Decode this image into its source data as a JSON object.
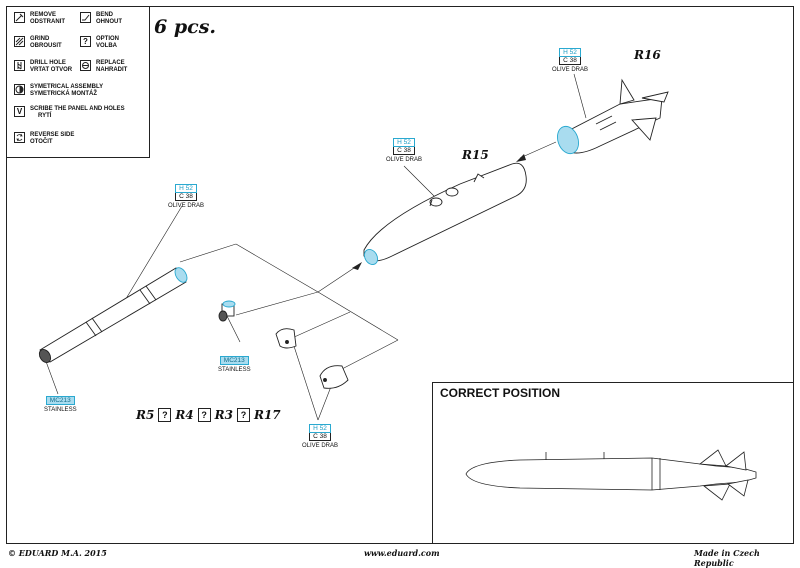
{
  "title": "6 pcs.",
  "legend": [
    {
      "icon": "remove-icon",
      "line1": "REMOVE",
      "line2": "ODSTRANIT"
    },
    {
      "icon": "bend-icon",
      "line1": "BEND",
      "line2": "OHNOUT"
    },
    {
      "icon": "grind-icon",
      "line1": "GRIND",
      "line2": "OBROUSIT"
    },
    {
      "icon": "option-icon",
      "glyph": "?",
      "line1": "OPTION",
      "line2": "VOLBA"
    },
    {
      "icon": "drill-hole-icon",
      "line1": "DRILL HOLE",
      "line2": "VRTAT OTVOR"
    },
    {
      "icon": "replace-icon",
      "line1": "REPLACE",
      "line2": "NAHRADIT"
    },
    {
      "icon": "symmetrical-icon",
      "line1": "SYMETRICAL ASSEMBLY",
      "line2": "SYMETRICKÁ MONTÁŽ"
    },
    {
      "icon": "scribe-icon",
      "glyph": "V",
      "line1": "SCRIBE THE PANEL AND HOLES",
      "line2": "RYTÍ"
    },
    {
      "icon": "reverse-side-icon",
      "line1": "REVERSE SIDE",
      "line2": "OTOČIT"
    }
  ],
  "parts": {
    "r16": "R16",
    "r15": "R15"
  },
  "colors": {
    "h": "H 52",
    "c": "C 38",
    "name": "OLIVE DRAB",
    "accent": "#2aa9d0"
  },
  "metal": {
    "code": "MC213",
    "name": "STAINLESS"
  },
  "options": {
    "r5": "R5",
    "r4": "R4",
    "r3": "R3",
    "r17": "R17",
    "mark": "?"
  },
  "correct_position": "CORRECT POSITION",
  "footer": {
    "left": "© EDUARD  M.A. 2015",
    "center": "www.eduard.com",
    "right": "Made in Czech Republic"
  }
}
